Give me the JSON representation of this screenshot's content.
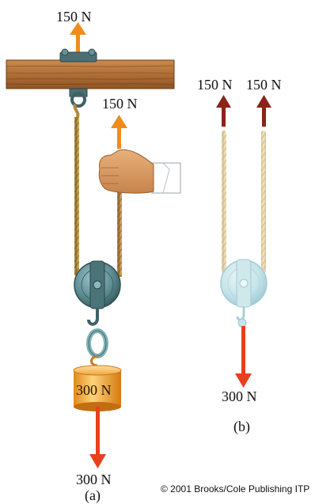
{
  "panel_a": {
    "top_force": "150 N",
    "hand_force": "150 N",
    "weight_label": "300 N",
    "bottom_force": "300 N",
    "caption": "(a)"
  },
  "panel_b": {
    "left_force": "150 N",
    "right_force": "150 N",
    "bottom_force": "300 N",
    "caption": "(b)"
  },
  "copyright": "© 2001 Brooks/Cole Publishing ITP",
  "colors": {
    "force_arrow_up_a": "#f08c1c",
    "force_arrow_up_b": "#8c2318",
    "force_arrow_down": "#e8401c",
    "rope": "#b4893e",
    "beam": "#b67640",
    "pulley": "#5f8e94",
    "weight": "#f0a030"
  }
}
